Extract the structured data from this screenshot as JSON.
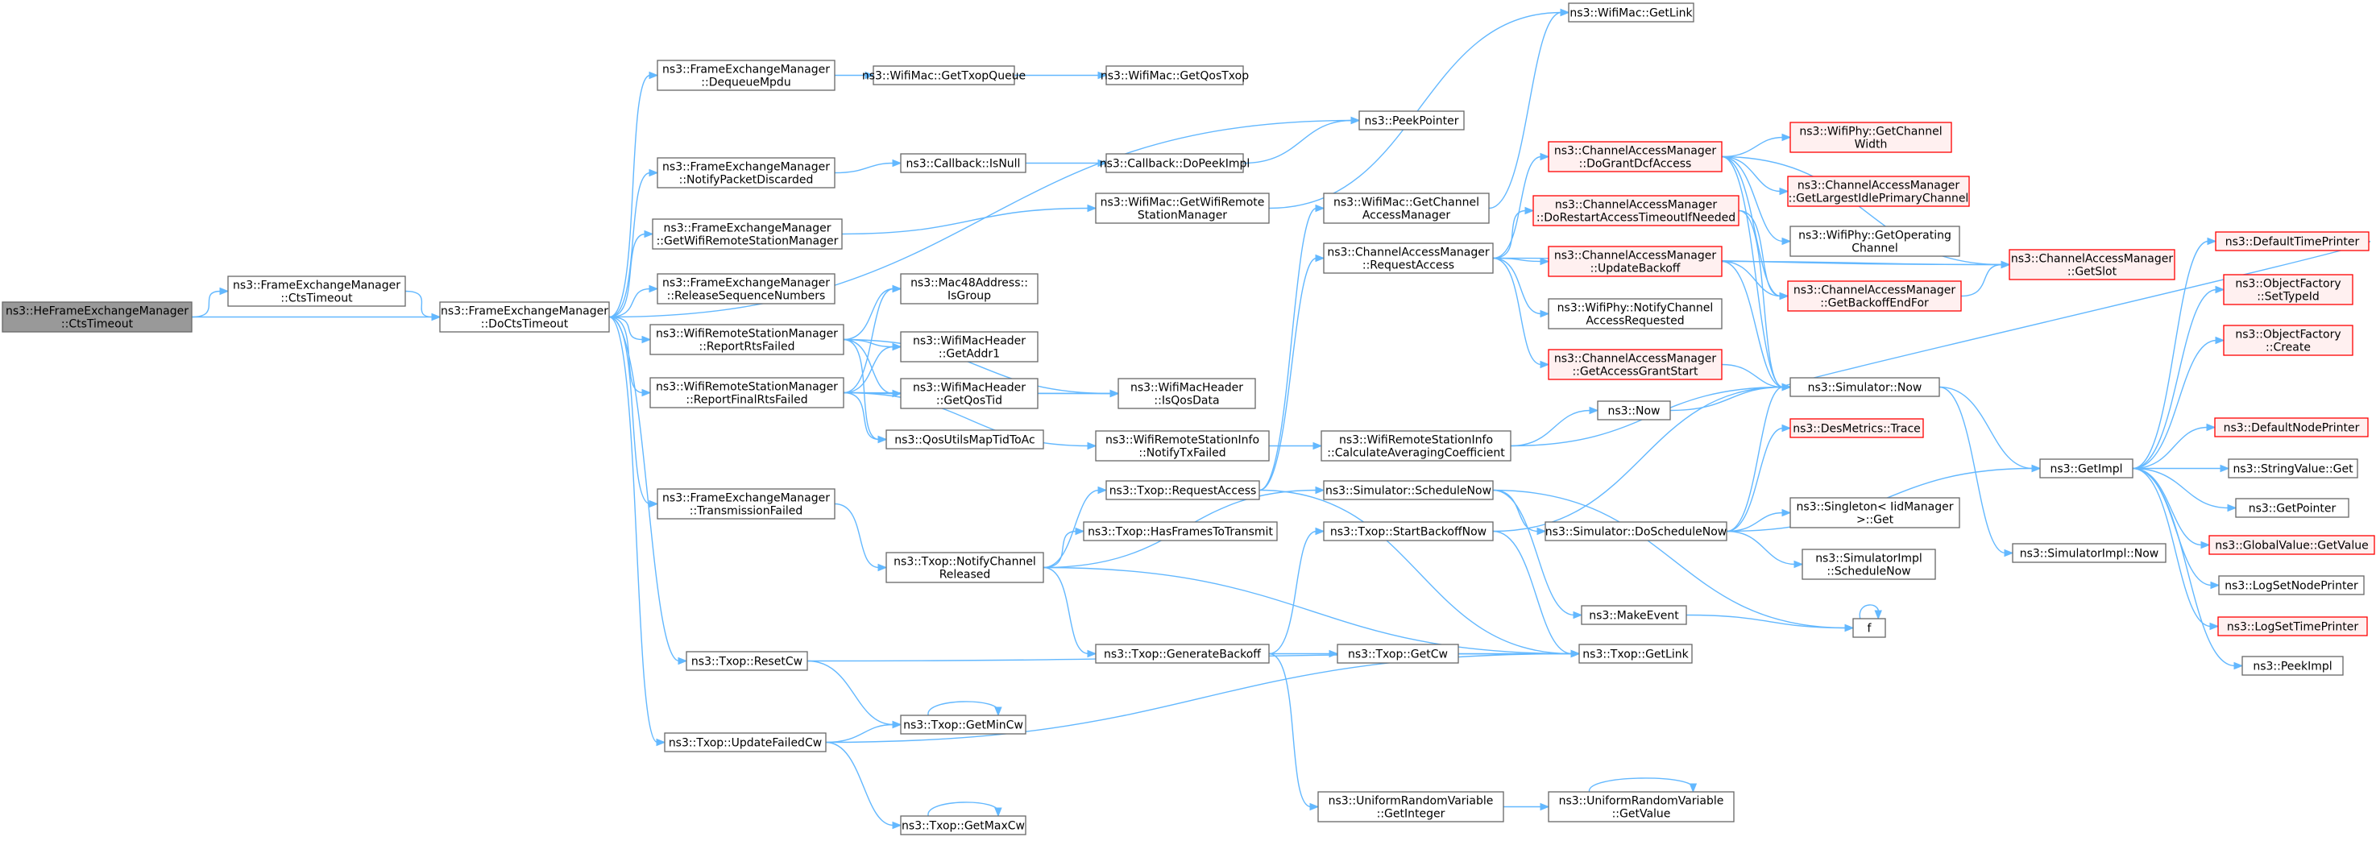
{
  "colors": {
    "edge": "#63b8ff",
    "node_border": "#666666",
    "missing_node_border": "#ff0000",
    "root_fill": "#999999"
  },
  "nodes": [
    {
      "id": "root",
      "lines": [
        "ns3::HeFrameExchangeManager",
        "::CtsTimeout"
      ],
      "style": "root"
    },
    {
      "id": "fem_ctstimeout",
      "lines": [
        "ns3::FrameExchangeManager",
        "::CtsTimeout"
      ]
    },
    {
      "id": "docts",
      "lines": [
        "ns3::FrameExchangeManager",
        "::DoCtsTimeout"
      ]
    },
    {
      "id": "dequeue",
      "lines": [
        "ns3::FrameExchangeManager",
        "::DequeueMpdu"
      ]
    },
    {
      "id": "notifypkt",
      "lines": [
        "ns3::FrameExchangeManager",
        "::NotifyPacketDiscarded"
      ]
    },
    {
      "id": "getwrsm",
      "lines": [
        "ns3::FrameExchangeManager",
        "::GetWifiRemoteStationManager"
      ]
    },
    {
      "id": "releaseseq",
      "lines": [
        "ns3::FrameExchangeManager",
        "::ReleaseSequenceNumbers"
      ]
    },
    {
      "id": "reportrts",
      "lines": [
        "ns3::WifiRemoteStationManager",
        "::ReportRtsFailed"
      ]
    },
    {
      "id": "reportfinal",
      "lines": [
        "ns3::WifiRemoteStationManager",
        "::ReportFinalRtsFailed"
      ]
    },
    {
      "id": "txfailed",
      "lines": [
        "ns3::FrameExchangeManager",
        "::TransmissionFailed"
      ]
    },
    {
      "id": "resetcw",
      "lines": [
        "ns3::Txop::ResetCw"
      ]
    },
    {
      "id": "updatefailedcw",
      "lines": [
        "ns3::Txop::UpdateFailedCw"
      ]
    },
    {
      "id": "gettxopqueue",
      "lines": [
        "ns3::WifiMac::GetTxopQueue"
      ]
    },
    {
      "id": "getqostxop",
      "lines": [
        "ns3::WifiMac::GetQosTxop"
      ]
    },
    {
      "id": "peekpointer",
      "lines": [
        "ns3::PeekPointer"
      ]
    },
    {
      "id": "cbisnull",
      "lines": [
        "ns3::Callback::IsNull"
      ]
    },
    {
      "id": "cbdopeek",
      "lines": [
        "ns3::Callback::DoPeekImpl"
      ]
    },
    {
      "id": "macgetwrsm",
      "lines": [
        "ns3::WifiMac::GetWifiRemote",
        "StationManager"
      ]
    },
    {
      "id": "isgroup",
      "lines": [
        "ns3::Mac48Address::",
        "IsGroup"
      ]
    },
    {
      "id": "getaddr1",
      "lines": [
        "ns3::WifiMacHeader",
        "::GetAddr1"
      ]
    },
    {
      "id": "getqostid",
      "lines": [
        "ns3::WifiMacHeader",
        "::GetQosTid"
      ]
    },
    {
      "id": "qosutils",
      "lines": [
        "ns3::QosUtilsMapTidToAc"
      ]
    },
    {
      "id": "isqosdata",
      "lines": [
        "ns3::WifiMacHeader",
        "::IsQosData"
      ]
    },
    {
      "id": "notifytxfailed",
      "lines": [
        "ns3::WifiRemoteStationInfo",
        "::NotifyTxFailed"
      ]
    },
    {
      "id": "requestaccess_txop",
      "lines": [
        "ns3::Txop::RequestAccess"
      ]
    },
    {
      "id": "hasframes",
      "lines": [
        "ns3::Txop::HasFramesToTransmit"
      ]
    },
    {
      "id": "notifychreleased",
      "lines": [
        "ns3::Txop::NotifyChannel",
        "Released"
      ]
    },
    {
      "id": "genbackoff",
      "lines": [
        "ns3::Txop::GenerateBackoff"
      ]
    },
    {
      "id": "getmincw",
      "lines": [
        "ns3::Txop::GetMinCw"
      ]
    },
    {
      "id": "getmaxcw",
      "lines": [
        "ns3::Txop::GetMaxCw"
      ]
    },
    {
      "id": "getlink",
      "lines": [
        "ns3::WifiMac::GetLink"
      ]
    },
    {
      "id": "getcham",
      "lines": [
        "ns3::WifiMac::GetChannel",
        "AccessManager"
      ]
    },
    {
      "id": "cam_reqaccess",
      "lines": [
        "ns3::ChannelAccessManager",
        "::RequestAccess"
      ]
    },
    {
      "id": "calcavg",
      "lines": [
        "ns3::WifiRemoteStationInfo",
        "::CalculateAveragingCoefficient"
      ]
    },
    {
      "id": "schedulenow",
      "lines": [
        "ns3::Simulator::ScheduleNow"
      ]
    },
    {
      "id": "startbackoffnow",
      "lines": [
        "ns3::Txop::StartBackoffNow"
      ]
    },
    {
      "id": "getcw",
      "lines": [
        "ns3::Txop::GetCw"
      ]
    },
    {
      "id": "uniform_getint",
      "lines": [
        "ns3::UniformRandomVariable",
        "::GetInteger"
      ]
    },
    {
      "id": "dograntdcf",
      "lines": [
        "ns3::ChannelAccessManager",
        "::DoGrantDcfAccess"
      ],
      "style": "red"
    },
    {
      "id": "dorestart",
      "lines": [
        "ns3::ChannelAccessManager",
        "::DoRestartAccessTimeoutIfNeeded"
      ],
      "style": "red"
    },
    {
      "id": "updatebackoff",
      "lines": [
        "ns3::ChannelAccessManager",
        "::UpdateBackoff"
      ],
      "style": "red"
    },
    {
      "id": "notifychaccreq",
      "lines": [
        "ns3::WifiPhy::NotifyChannel",
        "AccessRequested"
      ]
    },
    {
      "id": "getaccessgrant",
      "lines": [
        "ns3::ChannelAccessManager",
        "::GetAccessGrantStart"
      ],
      "style": "red"
    },
    {
      "id": "ns3now",
      "lines": [
        "ns3::Now"
      ]
    },
    {
      "id": "doschedulenow",
      "lines": [
        "ns3::Simulator::DoScheduleNow"
      ]
    },
    {
      "id": "makeevent",
      "lines": [
        "ns3::MakeEvent"
      ]
    },
    {
      "id": "txop_getlink",
      "lines": [
        "ns3::Txop::GetLink"
      ]
    },
    {
      "id": "uniform_getvalue",
      "lines": [
        "ns3::UniformRandomVariable",
        "::GetValue"
      ]
    },
    {
      "id": "getchannelwidth",
      "lines": [
        "ns3::WifiPhy::GetChannel",
        "Width"
      ],
      "style": "red"
    },
    {
      "id": "getlargestidle",
      "lines": [
        "ns3::ChannelAccessManager",
        "::GetLargestIdlePrimaryChannel"
      ],
      "style": "red"
    },
    {
      "id": "getoperating",
      "lines": [
        "ns3::WifiPhy::GetOperating",
        "Channel"
      ]
    },
    {
      "id": "getbackoffendfor",
      "lines": [
        "ns3::ChannelAccessManager",
        "::GetBackoffEndFor"
      ],
      "style": "red"
    },
    {
      "id": "simnow",
      "lines": [
        "ns3::Simulator::Now"
      ]
    },
    {
      "id": "desmetrics",
      "lines": [
        "ns3::DesMetrics::Trace"
      ],
      "style": "red"
    },
    {
      "id": "singleton",
      "lines": [
        "ns3::Singleton< IidManager",
        ">::Get"
      ]
    },
    {
      "id": "simimpl_schednow",
      "lines": [
        "ns3::SimulatorImpl",
        "::ScheduleNow"
      ]
    },
    {
      "id": "f",
      "lines": [
        "f"
      ]
    },
    {
      "id": "getslot",
      "lines": [
        "ns3::ChannelAccessManager",
        "::GetSlot"
      ],
      "style": "red"
    },
    {
      "id": "simimplnow",
      "lines": [
        "ns3::SimulatorImpl::Now"
      ]
    },
    {
      "id": "getimpl",
      "lines": [
        "ns3::GetImpl"
      ]
    },
    {
      "id": "defaulttimeprinter",
      "lines": [
        "ns3::DefaultTimePrinter"
      ],
      "style": "red"
    },
    {
      "id": "settypeid",
      "lines": [
        "ns3::ObjectFactory",
        "::SetTypeId"
      ],
      "style": "red"
    },
    {
      "id": "ofcreate",
      "lines": [
        "ns3::ObjectFactory",
        "::Create"
      ],
      "style": "red"
    },
    {
      "id": "defaultnodeprinter",
      "lines": [
        "ns3::DefaultNodePrinter"
      ],
      "style": "red"
    },
    {
      "id": "stringvalueget",
      "lines": [
        "ns3::StringValue::Get"
      ]
    },
    {
      "id": "getpointer",
      "lines": [
        "ns3::GetPointer"
      ]
    },
    {
      "id": "globalvalue",
      "lines": [
        "ns3::GlobalValue::GetValue"
      ],
      "style": "red"
    },
    {
      "id": "logsetnodeprinter",
      "lines": [
        "ns3::LogSetNodePrinter"
      ]
    },
    {
      "id": "logsettimeprinter",
      "lines": [
        "ns3::LogSetTimePrinter"
      ],
      "style": "red"
    },
    {
      "id": "peekimpl",
      "lines": [
        "ns3::PeekImpl"
      ]
    }
  ],
  "edges": [
    [
      "root",
      "fem_ctstimeout"
    ],
    [
      "root",
      "docts"
    ],
    [
      "fem_ctstimeout",
      "docts"
    ],
    [
      "docts",
      "dequeue"
    ],
    [
      "docts",
      "peekpointer"
    ],
    [
      "docts",
      "notifypkt"
    ],
    [
      "docts",
      "getwrsm"
    ],
    [
      "docts",
      "releaseseq"
    ],
    [
      "docts",
      "reportrts"
    ],
    [
      "docts",
      "reportfinal"
    ],
    [
      "docts",
      "txfailed"
    ],
    [
      "docts",
      "resetcw"
    ],
    [
      "docts",
      "updatefailedcw"
    ],
    [
      "dequeue",
      "gettxopqueue"
    ],
    [
      "gettxopqueue",
      "getqostxop"
    ],
    [
      "notifypkt",
      "cbisnull"
    ],
    [
      "cbisnull",
      "cbdopeek"
    ],
    [
      "cbdopeek",
      "peekpointer"
    ],
    [
      "getwrsm",
      "macgetwrsm"
    ],
    [
      "macgetwrsm",
      "getlink"
    ],
    [
      "reportrts",
      "isgroup"
    ],
    [
      "reportrts",
      "getaddr1"
    ],
    [
      "reportrts",
      "getqostid"
    ],
    [
      "reportrts",
      "qosutils"
    ],
    [
      "reportrts",
      "isqosdata"
    ],
    [
      "reportfinal",
      "isgroup"
    ],
    [
      "reportfinal",
      "getaddr1"
    ],
    [
      "reportfinal",
      "getqostid"
    ],
    [
      "reportfinal",
      "qosutils"
    ],
    [
      "reportfinal",
      "isqosdata"
    ],
    [
      "reportfinal",
      "notifytxfailed"
    ],
    [
      "getqostid",
      "isqosdata"
    ],
    [
      "txfailed",
      "notifychreleased"
    ],
    [
      "resetcw",
      "getmincw"
    ],
    [
      "resetcw",
      "txop_getlink"
    ],
    [
      "getmincw",
      "getmincw"
    ],
    [
      "updatefailedcw",
      "getmincw"
    ],
    [
      "updatefailedcw",
      "getmaxcw"
    ],
    [
      "updatefailedcw",
      "txop_getlink"
    ],
    [
      "getmaxcw",
      "getmaxcw"
    ],
    [
      "notifytxfailed",
      "calcavg"
    ],
    [
      "notifychreleased",
      "requestaccess_txop"
    ],
    [
      "notifychreleased",
      "hasframes"
    ],
    [
      "notifychreleased",
      "genbackoff"
    ],
    [
      "notifychreleased",
      "schedulenow"
    ],
    [
      "notifychreleased",
      "txop_getlink"
    ],
    [
      "requestaccess_txop",
      "getcham"
    ],
    [
      "requestaccess_txop",
      "cam_reqaccess"
    ],
    [
      "requestaccess_txop",
      "txop_getlink"
    ],
    [
      "genbackoff",
      "startbackoffnow"
    ],
    [
      "genbackoff",
      "getcw"
    ],
    [
      "genbackoff",
      "uniform_getint"
    ],
    [
      "getcham",
      "getlink"
    ],
    [
      "cam_reqaccess",
      "dograntdcf"
    ],
    [
      "cam_reqaccess",
      "dorestart"
    ],
    [
      "cam_reqaccess",
      "updatebackoff"
    ],
    [
      "cam_reqaccess",
      "notifychaccreq"
    ],
    [
      "cam_reqaccess",
      "getaccessgrant"
    ],
    [
      "cam_reqaccess",
      "getslot"
    ],
    [
      "calcavg",
      "ns3now"
    ],
    [
      "calcavg",
      "simnow"
    ],
    [
      "schedulenow",
      "doschedulenow"
    ],
    [
      "schedulenow",
      "makeevent"
    ],
    [
      "schedulenow",
      "f"
    ],
    [
      "startbackoffnow",
      "simnow"
    ],
    [
      "startbackoffnow",
      "txop_getlink"
    ],
    [
      "getcw",
      "txop_getlink"
    ],
    [
      "uniform_getint",
      "uniform_getvalue"
    ],
    [
      "uniform_getvalue",
      "uniform_getvalue"
    ],
    [
      "dograntdcf",
      "getchannelwidth"
    ],
    [
      "dograntdcf",
      "getlargestidle"
    ],
    [
      "dograntdcf",
      "getoperating"
    ],
    [
      "dograntdcf",
      "getbackoffendfor"
    ],
    [
      "dograntdcf",
      "getslot"
    ],
    [
      "dograntdcf",
      "simnow"
    ],
    [
      "dorestart",
      "getbackoffendfor"
    ],
    [
      "dorestart",
      "simnow"
    ],
    [
      "updatebackoff",
      "getbackoffendfor"
    ],
    [
      "updatebackoff",
      "simnow"
    ],
    [
      "updatebackoff",
      "getslot"
    ],
    [
      "getaccessgrant",
      "simnow"
    ],
    [
      "ns3now",
      "simnow"
    ],
    [
      "getbackoffendfor",
      "getslot"
    ],
    [
      "doschedulenow",
      "desmetrics"
    ],
    [
      "doschedulenow",
      "getimpl"
    ],
    [
      "doschedulenow",
      "singleton"
    ],
    [
      "doschedulenow",
      "simimpl_schednow"
    ],
    [
      "doschedulenow",
      "simnow"
    ],
    [
      "makeevent",
      "f"
    ],
    [
      "f",
      "f"
    ],
    [
      "simnow",
      "simimplnow"
    ],
    [
      "simnow",
      "getimpl"
    ],
    [
      "getimpl",
      "defaulttimeprinter"
    ],
    [
      "getimpl",
      "settypeid"
    ],
    [
      "getimpl",
      "ofcreate"
    ],
    [
      "getimpl",
      "defaultnodeprinter"
    ],
    [
      "getimpl",
      "stringvalueget"
    ],
    [
      "getimpl",
      "getpointer"
    ],
    [
      "getimpl",
      "globalvalue"
    ],
    [
      "getimpl",
      "logsetnodeprinter"
    ],
    [
      "getimpl",
      "logsettimeprinter"
    ],
    [
      "getimpl",
      "peekimpl"
    ],
    [
      "defaulttimeprinter",
      "simnow"
    ]
  ]
}
